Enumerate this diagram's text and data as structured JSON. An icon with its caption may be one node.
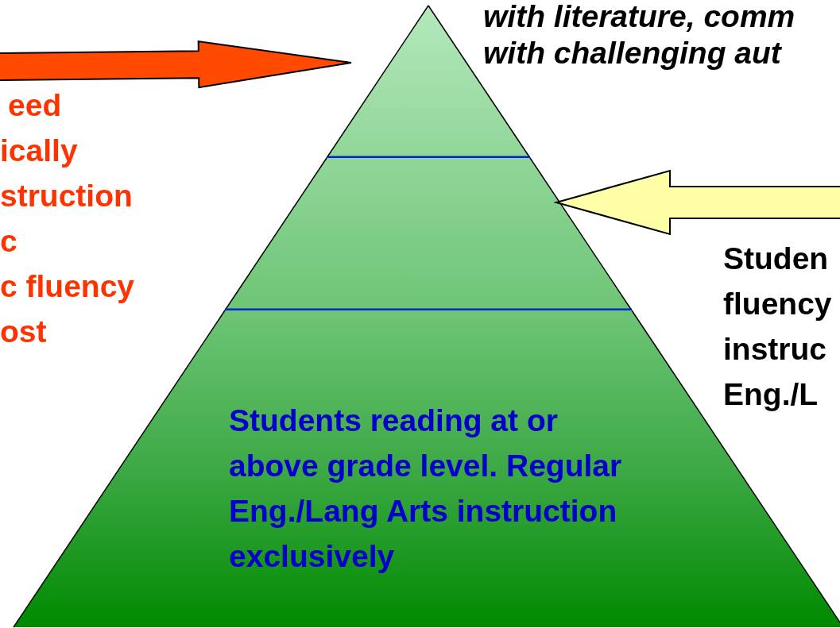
{
  "diagram": {
    "nodes": [
      {
        "text": [],
        "shape": "triangle"
      },
      {
        "text": [],
        "shape": "trapezoid"
      },
      {
        "text": [
          "Students reading at or above grade level. Regular Eng./Lang Arts instruction exclusively"
        ]
      }
    ],
    "edges": [
      {
        "from": null,
        "to": 0,
        "arrow": "to",
        "style": "thick",
        "color": "#ff4a00"
      },
      {
        "from": null,
        "to": 1,
        "arrow": "to",
        "style": "thick",
        "color": "#ffffa8"
      }
    ],
    "labels": [
      "with literature, comm",
      "with challenging aut",
      "eed",
      "ically",
      "struction",
      "c",
      "c fluency",
      "ost",
      "Studen",
      "fluency",
      "instruc",
      "Eng./L"
    ]
  }
}
